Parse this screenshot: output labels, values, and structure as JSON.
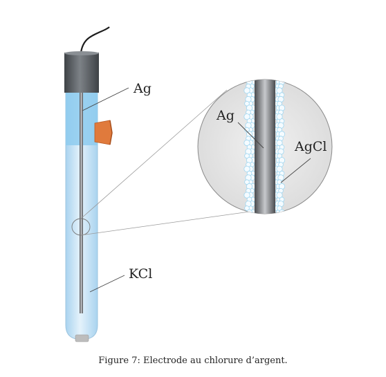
{
  "labels": {
    "ag_main": "Ag",
    "kcl": "KCl",
    "ag_zoom": "Ag",
    "agcl_zoom": "AgCl"
  },
  "caption": "Figure 7: Electrode au chlorure d’argent.",
  "colors": {
    "tube_fill": "#c6e4f6",
    "tube_top": "#8fcdf1",
    "cap": "#5b6065",
    "plug": "#e07a3c",
    "wire": "#6d6f73",
    "zoom_bg": "#e6e6e6",
    "coating": "#9fd6f0",
    "leader": "#444444"
  }
}
